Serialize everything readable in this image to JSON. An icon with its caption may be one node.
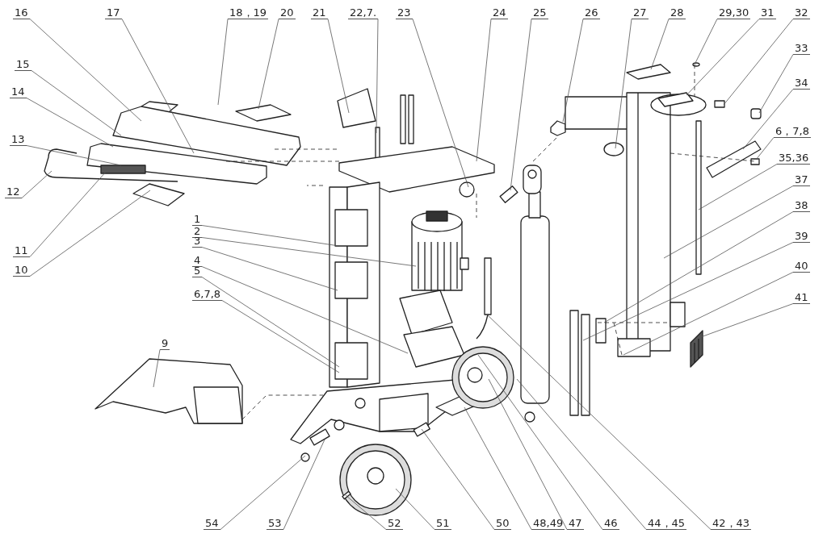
{
  "diagram": {
    "nodes": [
      {
        "text": [
          "16"
        ]
      },
      {
        "text": [
          "17"
        ]
      },
      {
        "text": [
          "18，19"
        ]
      },
      {
        "text": [
          "20"
        ]
      },
      {
        "text": [
          "21"
        ]
      },
      {
        "text": [
          "22,7."
        ]
      },
      {
        "text": [
          "23"
        ]
      },
      {
        "text": [
          "24"
        ]
      },
      {
        "text": [
          "25"
        ]
      },
      {
        "text": [
          "26"
        ]
      },
      {
        "text": [
          "27"
        ]
      },
      {
        "text": [
          "28"
        ]
      },
      {
        "text": [
          "29,30"
        ]
      },
      {
        "text": [
          "31"
        ]
      },
      {
        "text": [
          "32"
        ]
      },
      {
        "text": [
          "15"
        ]
      },
      {
        "text": [
          "14"
        ]
      },
      {
        "text": [
          "33"
        ]
      },
      {
        "text": [
          "34"
        ]
      },
      {
        "text": [
          "13"
        ]
      },
      {
        "text": [
          "6，7,8"
        ]
      },
      {
        "text": [
          "35,36"
        ]
      },
      {
        "text": [
          "12"
        ]
      },
      {
        "text": [
          "37"
        ]
      },
      {
        "text": [
          "1"
        ]
      },
      {
        "text": [
          "2"
        ]
      },
      {
        "text": [
          "3"
        ]
      },
      {
        "text": [
          "11"
        ]
      },
      {
        "text": [
          "38"
        ]
      },
      {
        "text": [
          "10"
        ]
      },
      {
        "text": [
          "4"
        ]
      },
      {
        "text": [
          "5"
        ]
      },
      {
        "text": [
          "39"
        ]
      },
      {
        "text": [
          "40"
        ]
      },
      {
        "text": [
          "6,7,8"
        ]
      },
      {
        "text": [
          "41"
        ]
      },
      {
        "text": [
          "9"
        ]
      },
      {
        "text": [
          "54"
        ]
      },
      {
        "text": [
          "53"
        ]
      },
      {
        "text": [
          "52"
        ]
      },
      {
        "text": [
          "51"
        ]
      },
      {
        "text": [
          "50"
        ]
      },
      {
        "text": [
          "48,49"
        ]
      },
      {
        "text": [
          "47"
        ]
      },
      {
        "text": [
          "46"
        ]
      },
      {
        "text": [
          "44，45"
        ]
      },
      {
        "text": [
          "42，43"
        ]
      }
    ],
    "edges": [
      {
        "from": 0,
        "to": null,
        "arrow": "none"
      },
      {
        "from": 1,
        "to": null,
        "arrow": "none"
      },
      {
        "from": 2,
        "to": null,
        "arrow": "none"
      },
      {
        "from": 3,
        "to": null,
        "arrow": "none"
      },
      {
        "from": 4,
        "to": null,
        "arrow": "none"
      },
      {
        "from": 5,
        "to": null,
        "arrow": "none"
      },
      {
        "from": 6,
        "to": null,
        "arrow": "none"
      },
      {
        "from": 7,
        "to": null,
        "arrow": "none"
      },
      {
        "from": 8,
        "to": null,
        "arrow": "none"
      },
      {
        "from": 9,
        "to": null,
        "arrow": "none"
      },
      {
        "from": 10,
        "to": null,
        "arrow": "none"
      },
      {
        "from": 11,
        "to": null,
        "arrow": "none"
      },
      {
        "from": 12,
        "to": null,
        "arrow": "none"
      },
      {
        "from": 13,
        "to": null,
        "arrow": "none"
      },
      {
        "from": 14,
        "to": null,
        "arrow": "none"
      },
      {
        "from": 15,
        "to": null,
        "arrow": "none"
      },
      {
        "from": 16,
        "to": null,
        "arrow": "none"
      },
      {
        "from": 17,
        "to": null,
        "arrow": "none"
      },
      {
        "from": 18,
        "to": null,
        "arrow": "none"
      },
      {
        "from": 19,
        "to": null,
        "arrow": "none"
      },
      {
        "from": 20,
        "to": null,
        "arrow": "none"
      },
      {
        "from": 21,
        "to": null,
        "arrow": "none"
      },
      {
        "from": 22,
        "to": null,
        "arrow": "none"
      },
      {
        "from": 23,
        "to": null,
        "arrow": "none"
      },
      {
        "from": 24,
        "to": null,
        "arrow": "none"
      },
      {
        "from": 25,
        "to": null,
        "arrow": "none"
      },
      {
        "from": 26,
        "to": null,
        "arrow": "none"
      },
      {
        "from": 27,
        "to": null,
        "arrow": "none"
      },
      {
        "from": 28,
        "to": null,
        "arrow": "none"
      },
      {
        "from": 29,
        "to": null,
        "arrow": "none"
      },
      {
        "from": 30,
        "to": null,
        "arrow": "none"
      },
      {
        "from": 31,
        "to": null,
        "arrow": "none"
      },
      {
        "from": 32,
        "to": null,
        "arrow": "none"
      },
      {
        "from": 33,
        "to": null,
        "arrow": "none"
      },
      {
        "from": 34,
        "to": null,
        "arrow": "none"
      },
      {
        "from": 35,
        "to": null,
        "arrow": "none"
      },
      {
        "from": 36,
        "to": null,
        "arrow": "none"
      },
      {
        "from": 37,
        "to": null,
        "arrow": "none"
      },
      {
        "from": 38,
        "to": null,
        "arrow": "none"
      },
      {
        "from": 39,
        "to": null,
        "arrow": "none"
      },
      {
        "from": 40,
        "to": null,
        "arrow": "none"
      },
      {
        "from": 41,
        "to": null,
        "arrow": "none"
      },
      {
        "from": 42,
        "to": null,
        "arrow": "none"
      },
      {
        "from": 43,
        "to": null,
        "arrow": "none"
      },
      {
        "from": 44,
        "to": null,
        "arrow": "none"
      },
      {
        "from": 45,
        "to": null,
        "arrow": "none"
      },
      {
        "from": 46,
        "to": null,
        "arrow": "none"
      }
    ]
  }
}
